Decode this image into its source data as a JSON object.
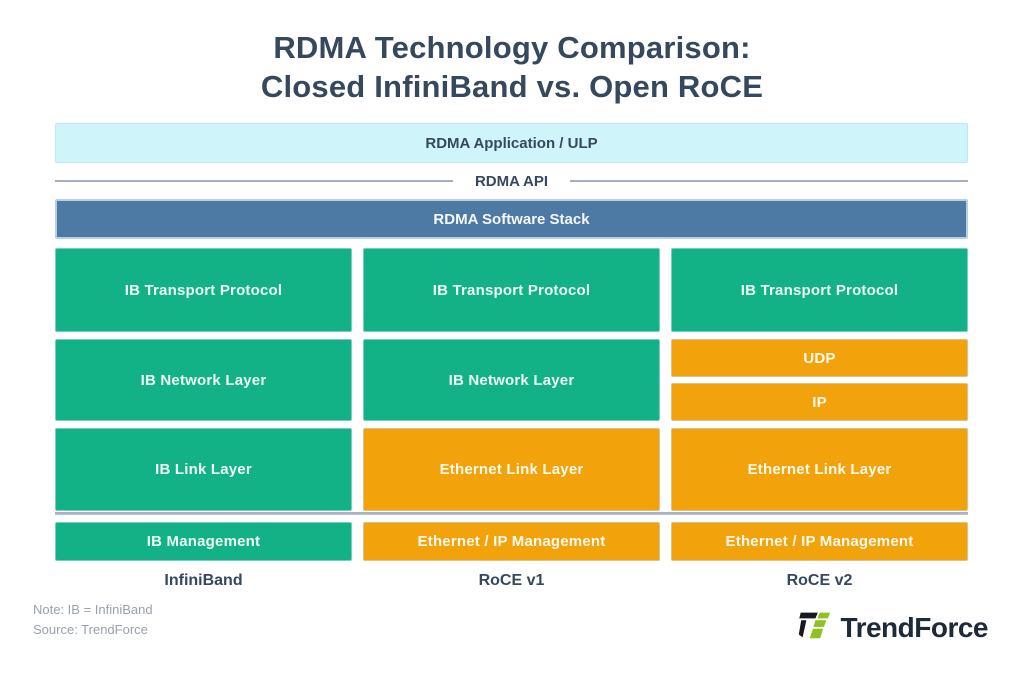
{
  "title": {
    "line1": "RDMA Technology Comparison:",
    "line2": "Closed InfiniBand vs. Open RoCE"
  },
  "stack": {
    "application_bar": "RDMA Application / ULP",
    "api_label": "RDMA API",
    "software_bar": "RDMA Software Stack"
  },
  "columns": [
    {
      "name": "InfiniBand",
      "blocks": [
        {
          "label": "IB Transport Protocol",
          "color": "green"
        },
        {
          "label": "IB Network Layer",
          "color": "green"
        },
        {
          "label": "IB Link Layer",
          "color": "green"
        },
        {
          "label": "IB Management",
          "color": "green"
        }
      ]
    },
    {
      "name": "RoCE v1",
      "blocks": [
        {
          "label": "IB Transport Protocol",
          "color": "green"
        },
        {
          "label": "IB Network Layer",
          "color": "green"
        },
        {
          "label": "Ethernet Link Layer",
          "color": "orange"
        },
        {
          "label": "Ethernet / IP Management",
          "color": "orange"
        }
      ]
    },
    {
      "name": "RoCE v2",
      "blocks": [
        {
          "label": "IB Transport Protocol",
          "color": "green"
        },
        {
          "label": "UDP",
          "color": "orange"
        },
        {
          "label": "IP",
          "color": "orange"
        },
        {
          "label": "Ethernet Link Layer",
          "color": "orange"
        },
        {
          "label": "Ethernet / IP Management",
          "color": "orange"
        }
      ]
    }
  ],
  "footer": {
    "note": "Note: IB = InfiniBand",
    "source": "Source: TrendForce",
    "brand": "TrendForce"
  },
  "colors": {
    "green": "#13b286",
    "orange": "#f2a30b",
    "blue": "#4d79a5",
    "cyan": "#cff5fa",
    "navy": "#35485d",
    "line-gray": "#a4aebc",
    "note-gray": "#9aa1ac",
    "logo-green": "#8dc21f",
    "logo-navy": "#1c2a39"
  }
}
